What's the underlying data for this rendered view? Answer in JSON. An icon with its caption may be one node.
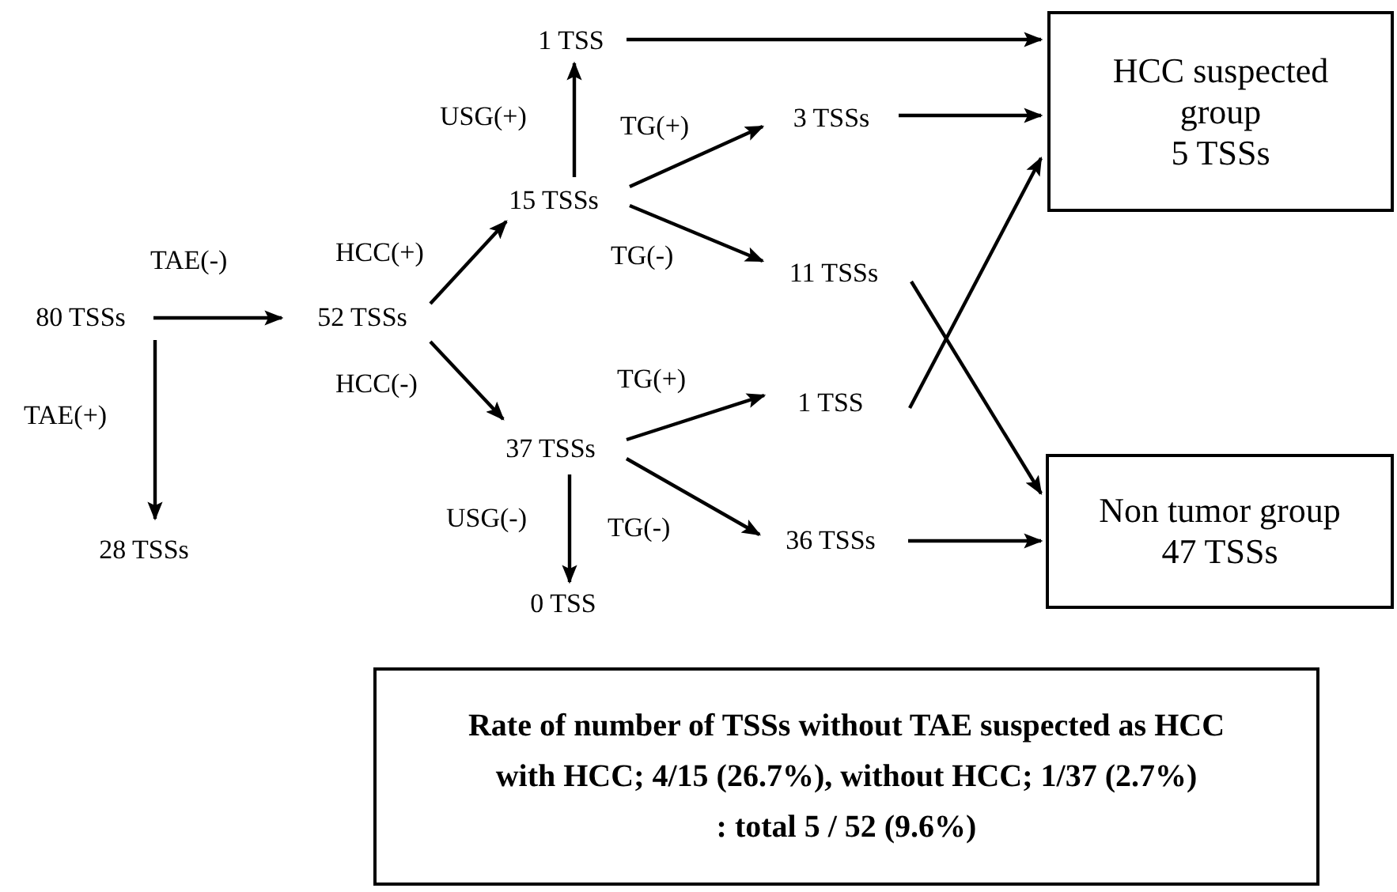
{
  "diagram": {
    "nodes": [
      {
        "text": [
          "80 TSSs"
        ]
      },
      {
        "text": [
          "28 TSSs"
        ]
      },
      {
        "text": [
          "52 TSSs"
        ]
      },
      {
        "text": [
          "15 TSSs"
        ]
      },
      {
        "text": [
          "37 TSSs"
        ]
      },
      {
        "text": [
          "1 TSS"
        ]
      },
      {
        "text": [
          "3 TSSs"
        ]
      },
      {
        "text": [
          "11 TSSs"
        ]
      },
      {
        "text": [
          "1 TSS"
        ]
      },
      {
        "text": [
          "0 TSS"
        ]
      },
      {
        "text": [
          "36 TSSs"
        ]
      },
      {
        "text": [
          "HCC suspected group",
          "5 TSSs"
        ]
      },
      {
        "text": [
          "Non tumor group",
          "47 TSSs"
        ]
      },
      {
        "text": [
          "Rate of number of TSSs without TAE suspected as HCC",
          "with HCC; 4/15 (26.7%), without HCC; 1/37 (2.7%)",
          ": total 5 / 52 (9.6%)"
        ]
      }
    ],
    "edges": [
      {
        "from": 0,
        "to": 2,
        "arrow": "to",
        "label": "TAE(-)"
      },
      {
        "from": 0,
        "to": 1,
        "arrow": "to",
        "label": "TAE(+)"
      },
      {
        "from": 2,
        "to": 3,
        "arrow": "to",
        "label": "HCC(+)"
      },
      {
        "from": 2,
        "to": 4,
        "arrow": "to",
        "label": "HCC(-)"
      },
      {
        "from": 3,
        "to": 5,
        "arrow": "to",
        "label": "USG(+)"
      },
      {
        "from": 3,
        "to": 6,
        "arrow": "to",
        "label": "TG(+)"
      },
      {
        "from": 3,
        "to": 7,
        "arrow": "to",
        "label": "TG(-)"
      },
      {
        "from": 4,
        "to": 8,
        "arrow": "to",
        "label": "TG(+)"
      },
      {
        "from": 4,
        "to": 10,
        "arrow": "to",
        "label": "TG(-)"
      },
      {
        "from": 4,
        "to": 9,
        "arrow": "to",
        "label": "USG(-)"
      },
      {
        "from": 5,
        "to": 11,
        "arrow": "to"
      },
      {
        "from": 6,
        "to": 11,
        "arrow": "to"
      },
      {
        "from": 8,
        "to": 11,
        "arrow": "to"
      },
      {
        "from": 7,
        "to": 12,
        "arrow": "to"
      },
      {
        "from": 10,
        "to": 12,
        "arrow": "to"
      }
    ]
  }
}
